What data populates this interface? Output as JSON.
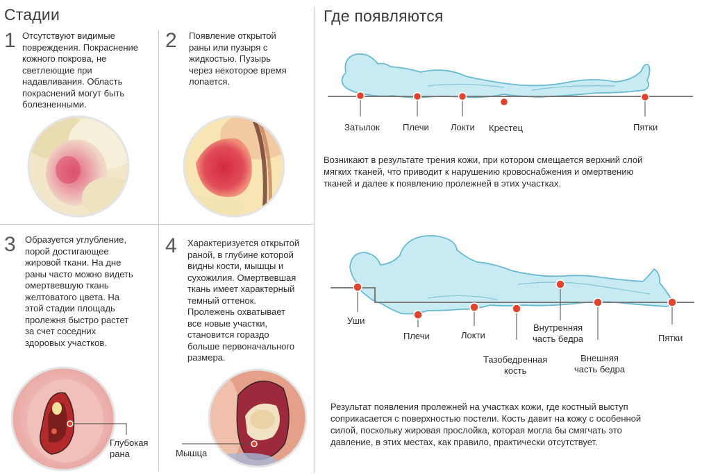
{
  "stages": {
    "title": "Стадии",
    "items": [
      {
        "number": "1",
        "text_lines": [
          "Отсутствуют видимые",
          "повреждения. Покраснение",
          "кожного покрова, не",
          "светлеющие при",
          "надавливания. Область",
          "покраснений могут быть",
          "болезненными."
        ]
      },
      {
        "number": "2",
        "text_lines": [
          "Появление открытой",
          "раны или пузыря с",
          "жидкостью. Пузырь",
          "через некоторое время",
          "лопается."
        ]
      },
      {
        "number": "3",
        "text_lines": [
          "Образуется углубление,",
          "порой достигающее",
          "жировой ткани. На дне",
          "раны часто можно видеть",
          "омертвевшую ткань",
          "желтоватого цвета. На",
          "этой стадии площадь",
          "пролежня быстро растет",
          "за счет соседних",
          "здоровых участков."
        ]
      },
      {
        "number": "4",
        "text_lines": [
          "Характеризуется открытой",
          "раной, в глубине которой",
          "видны кости, мышцы и",
          "сухожилия. Омертвевшая",
          "ткань имеет характерный",
          "темный оттенок.",
          "Пролежень охватывает",
          "все новые участки,",
          "становится гораздо",
          "больше первоначального",
          "размера."
        ]
      }
    ],
    "callouts": {
      "deep_wound": [
        "Глубокая",
        "рана"
      ],
      "muscle": "Мышца"
    }
  },
  "where": {
    "title": "Где появляются",
    "supine": {
      "points": [
        "Затылок",
        "Плечи",
        "Локти",
        "Крестец",
        "Пятки"
      ],
      "description_lines": [
        "Возникают в результате трения кожи, при котором смещается верхний слой",
        "мягких тканей, что приводит к нарушению кровоснабжения и омертвению",
        "тканей и далее к появлению пролежней в этих участках."
      ]
    },
    "lateral": {
      "points": {
        "ears": "Уши",
        "shoulders": "Плечи",
        "elbows": "Локти",
        "hip": [
          "Тазобедренная",
          "кость"
        ],
        "inner_thigh": [
          "Внутренняя",
          "часть бедра"
        ],
        "outer_thigh": [
          "Внешняя",
          "часть бедра"
        ],
        "heels": "Пятки"
      },
      "description_lines": [
        "Результат появления пролежней на участках кожи, где костный выступ",
        "соприкасается с поверхностью постели. Кость давит на кожу с особенной",
        "силой, поскольку жировая прослойка, которая могла бы смягчать это",
        "давление, в этих местах, как правило, практически отсутствует."
      ]
    }
  },
  "colors": {
    "marker": "#e2432b",
    "body_fill": "#c6e9f2",
    "body_stroke": "#5fb8cf",
    "divider": "#c9c9c9"
  }
}
